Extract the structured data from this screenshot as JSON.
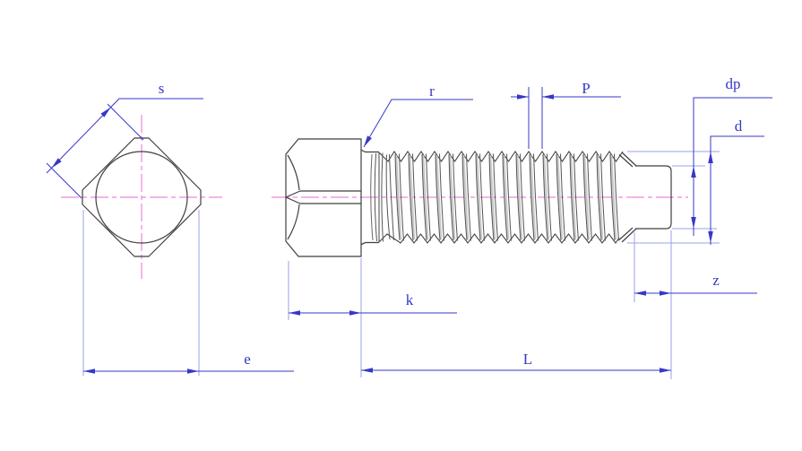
{
  "labels": {
    "s": "s",
    "r": "r",
    "p": "P",
    "dp": "dp",
    "d": "d",
    "k": "k",
    "z": "z",
    "l": "L",
    "e": "e"
  },
  "colors": {
    "dimension": "#3737c8",
    "extension": "#9aa2ea",
    "centerline": "#ee86dc",
    "outline": "#3f3f3f",
    "background": "#ffffff"
  }
}
